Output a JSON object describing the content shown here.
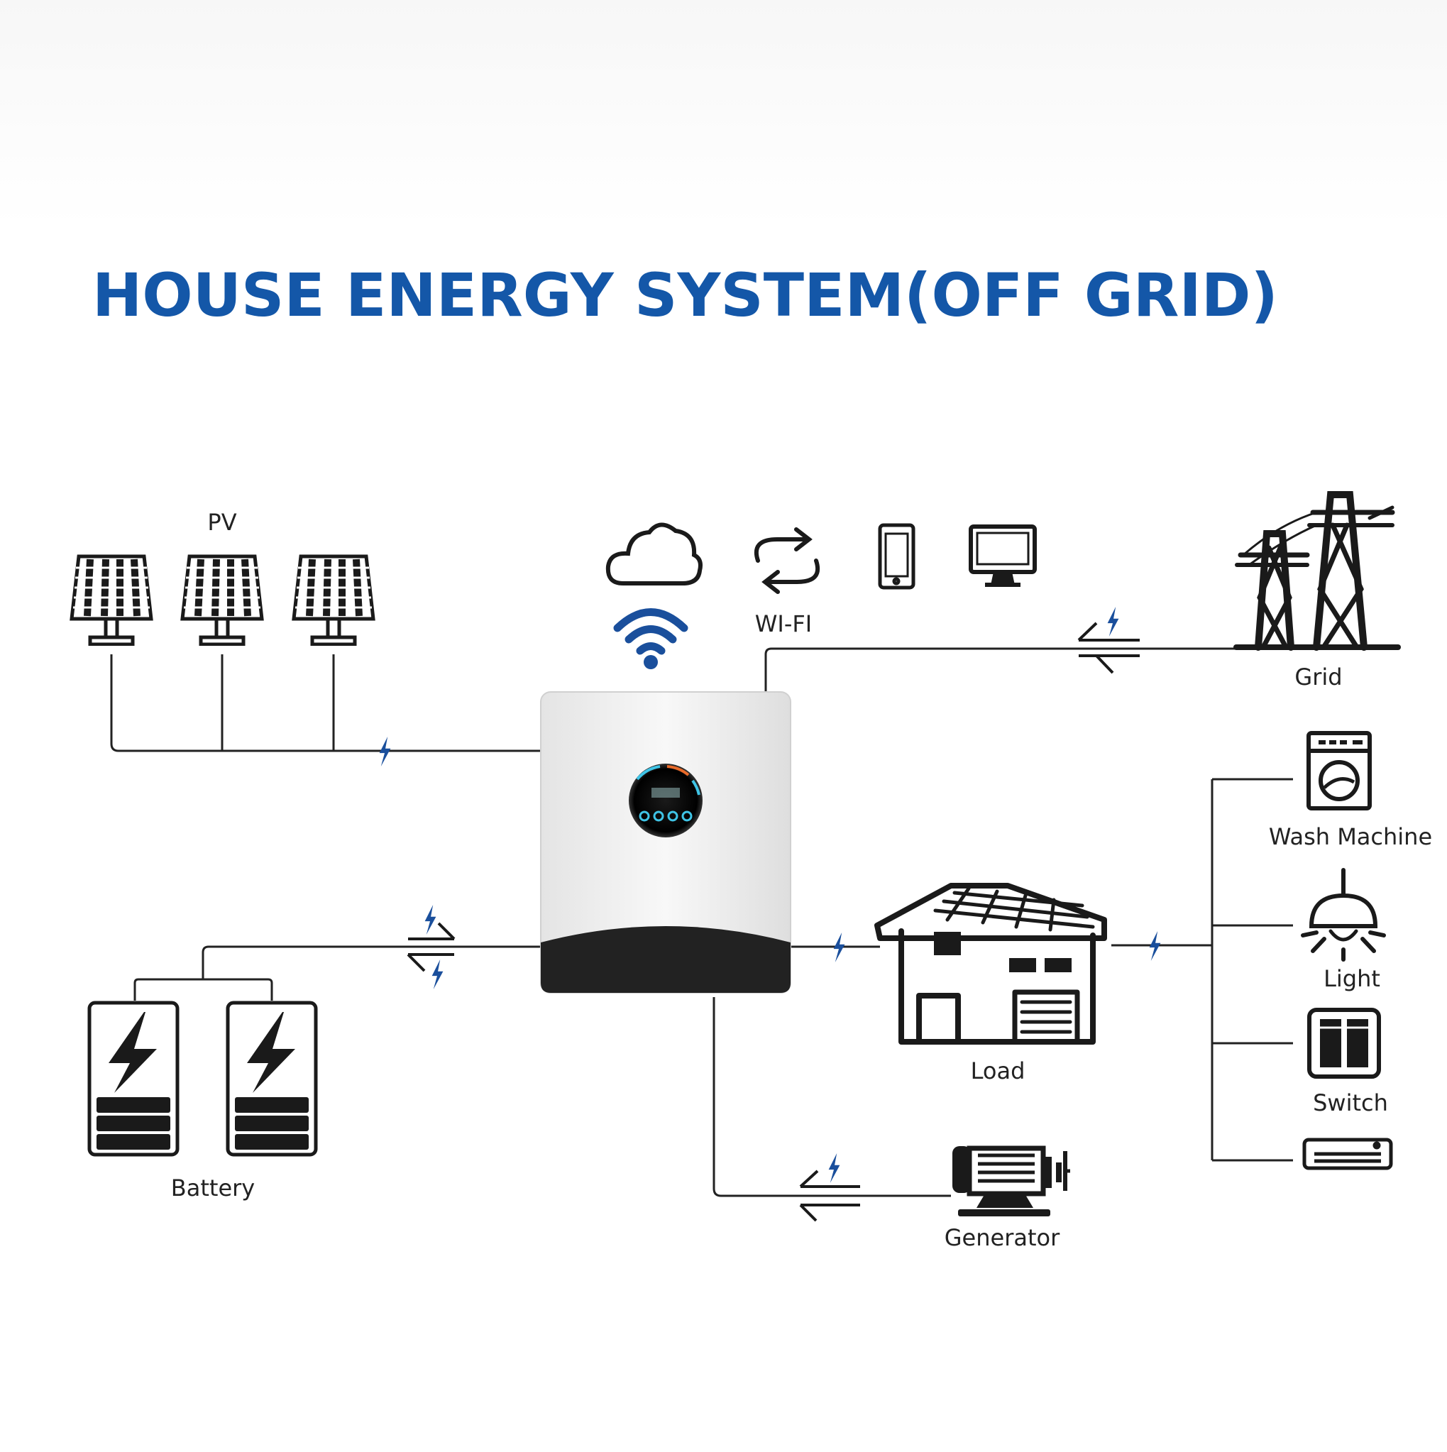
{
  "title": "HOUSE ENERGY SYSTEM(OFF GRID)",
  "labels": {
    "pv": "PV",
    "wifi": "WI-FI",
    "grid": "Grid",
    "wash_machine": "Wash Machine",
    "light": "Light",
    "switch": "Switch",
    "load": "Load",
    "battery": "Battery",
    "generator": "Generator"
  },
  "colors": {
    "title": "#1457a8",
    "accent_bolt": "#1a4f9c",
    "icon": "#1a1a1a",
    "inverter_body": "#ececec",
    "inverter_base": "#222222"
  }
}
